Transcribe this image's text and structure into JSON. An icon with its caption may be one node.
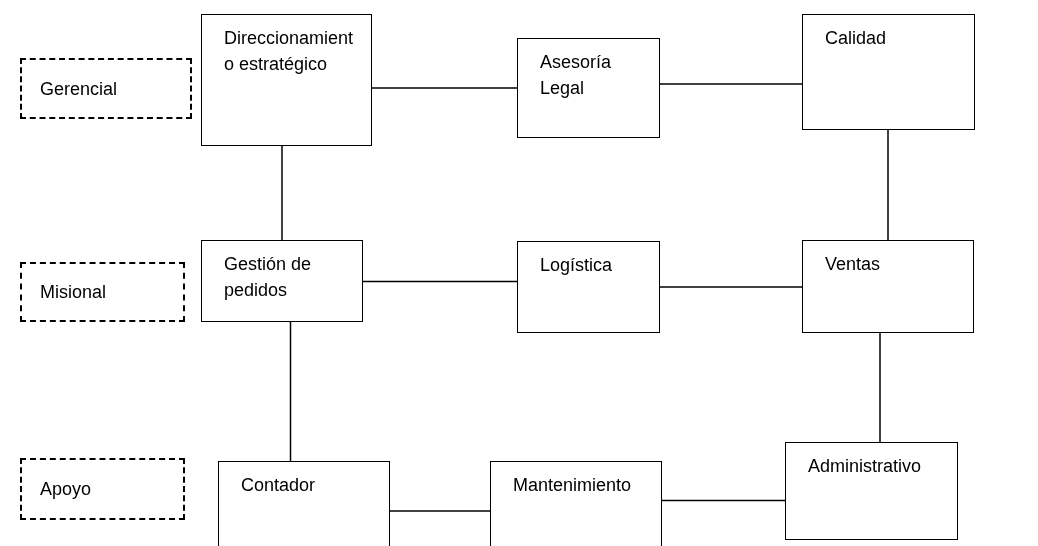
{
  "diagram": {
    "nodes": [
      {
        "text": [
          "Gerencial"
        ]
      },
      {
        "text": [
          "Direccionamiento estratégico"
        ]
      },
      {
        "text": [
          "Asesoría Legal"
        ]
      },
      {
        "text": [
          "Calidad"
        ]
      },
      {
        "text": [
          "Misional"
        ]
      },
      {
        "text": [
          "Gestión de pedidos"
        ]
      },
      {
        "text": [
          "Logística"
        ]
      },
      {
        "text": [
          "Ventas"
        ]
      },
      {
        "text": [
          "Apoyo"
        ]
      },
      {
        "text": [
          "Contador"
        ]
      },
      {
        "text": [
          "Mantenimiento"
        ]
      },
      {
        "text": [
          "Administrativo"
        ]
      }
    ],
    "edges": [
      {
        "from": 1,
        "to": 2,
        "arrow": "none"
      },
      {
        "from": 2,
        "to": 3,
        "arrow": "none"
      },
      {
        "from": 1,
        "to": 5,
        "arrow": "none"
      },
      {
        "from": 3,
        "to": 7,
        "arrow": "none"
      },
      {
        "from": 5,
        "to": 6,
        "arrow": "none"
      },
      {
        "from": 6,
        "to": 7,
        "arrow": "none"
      },
      {
        "from": 5,
        "to": 9,
        "arrow": "none"
      },
      {
        "from": 7,
        "to": 11,
        "arrow": "none"
      },
      {
        "from": 9,
        "to": 10,
        "arrow": "none"
      },
      {
        "from": 10,
        "to": 11,
        "arrow": "none"
      }
    ]
  }
}
